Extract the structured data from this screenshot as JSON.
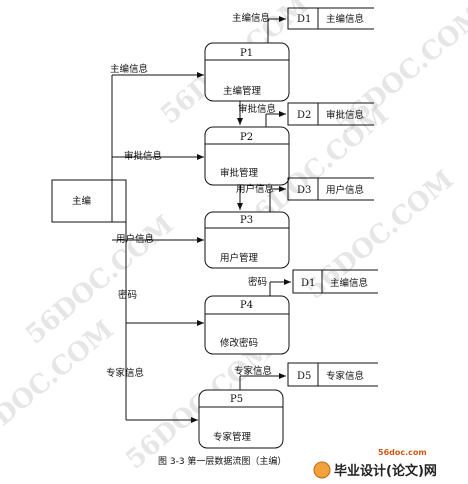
{
  "diagram": {
    "entity": "主编",
    "processes": [
      {
        "id": "P1",
        "name": "主编管理"
      },
      {
        "id": "P2",
        "name": "审批管理"
      },
      {
        "id": "P3",
        "name": "用户管理"
      },
      {
        "id": "P4",
        "name": "修改密码"
      },
      {
        "id": "P5",
        "name": "专家管理"
      }
    ],
    "stores": [
      {
        "id": "D1",
        "name": "主编信息"
      },
      {
        "id": "D2",
        "name": "审批信息"
      },
      {
        "id": "D3",
        "name": "用户信息"
      },
      {
        "id": "D1",
        "name": "主编信息"
      },
      {
        "id": "D5",
        "name": "专家信息"
      }
    ],
    "flows": {
      "to_p1": "主编信息",
      "to_p2": "审批信息",
      "to_p3": "用户信息",
      "to_p4": "密码",
      "to_p5": "专家信息",
      "p1_store": "主编信息",
      "p2_store": "审批信息",
      "p3_store": "用户信息",
      "p4_store": "密码",
      "p5_store": "专家信息"
    },
    "caption": "图 3-3 第一层数据流图（主编）"
  },
  "watermarks": [
    "56DOC.COM",
    "56DOC.COM",
    "56DOC.COM",
    "56DOC.COM",
    "56DOC.COM",
    "56DOC.COM",
    "56DOC.COM"
  ],
  "logo": {
    "url": "56doc.com",
    "text": "毕业设计(论文)网"
  }
}
